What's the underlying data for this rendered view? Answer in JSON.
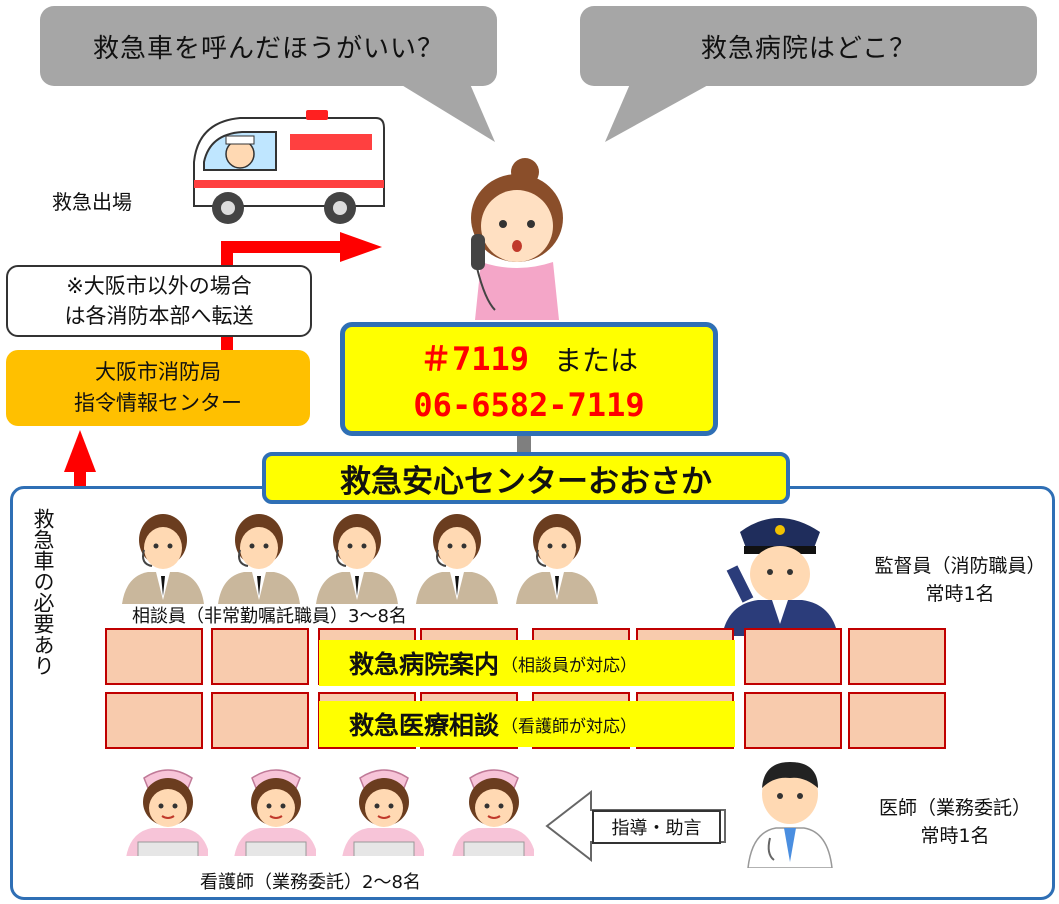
{
  "bubbles": {
    "left": "救急車を呼んだほうがいい？",
    "right": "救急病院はどこ？"
  },
  "dispatch_label": "救急出場",
  "forward_note": {
    "line1": "※大阪市以外の場合",
    "line2": "は各消防本部へ転送"
  },
  "command_center": {
    "line1": "大阪市消防局",
    "line2": "指令情報センター"
  },
  "phone": {
    "short_number": "＃7119",
    "connector": "または",
    "full_number": "06-6582-7119"
  },
  "center_name": "救急安心センターおおさか",
  "vertical_label": "救急車の必要あり",
  "counselors_label": "相談員（非常勤嘱託職員）3～8名",
  "supervisor_label": {
    "line1": "監督員（消防職員）",
    "line2": "常時1名"
  },
  "services": {
    "hospital_guide": {
      "main": "救急病院案内",
      "sub": "（相談員が対応）"
    },
    "medical_consult": {
      "main": "救急医療相談",
      "sub": "（看護師が対応）"
    }
  },
  "guidance_label": "指導・助言",
  "doctor_label": {
    "line1": "医師（業務委託）",
    "line2": "常時1名"
  },
  "nurses_label": "看護師（業務委託）2～8名",
  "colors": {
    "bubble": "#a6a6a6",
    "panel_border": "#2f6fb5",
    "highlight": "#ffff00",
    "command_center": "#ffc000",
    "arrow_red": "#ff0000",
    "cell_fill": "#f8cbad",
    "cell_border": "#c00000",
    "flow_arrow": "#7f7f7f"
  }
}
